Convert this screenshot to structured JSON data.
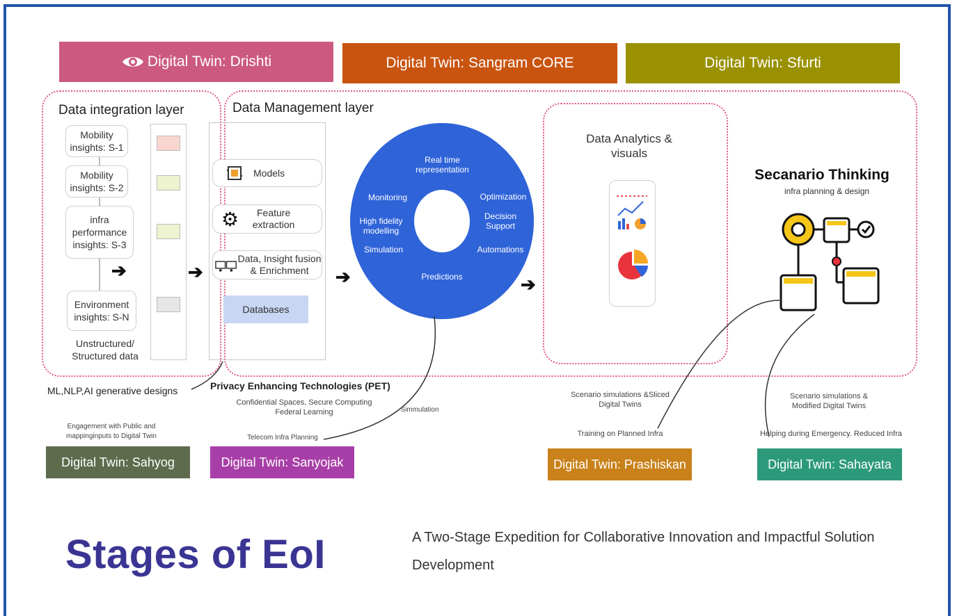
{
  "top_banners": [
    {
      "label": "Digital Twin: Drishti",
      "color": "#cc5a80"
    },
    {
      "label": "Digital Twin: Sangram CORE",
      "color": "#c95410"
    },
    {
      "label": "Digital Twin: Sfurti",
      "color": "#9a9100"
    }
  ],
  "bottom_banners": [
    {
      "label": "Digital Twin: Sahyog",
      "color": "#5e6b4d"
    },
    {
      "label": "Digital Twin: Sanyojak",
      "color": "#a83fa8"
    },
    {
      "label": "Digital Twin: Prashiskan",
      "color": "#c9811a"
    },
    {
      "label": "Digital Twin: Sahayata",
      "color": "#2c9a7a"
    }
  ],
  "integration": {
    "title": "Data integration layer",
    "sources": [
      "Mobility insights: S-1",
      "Mobility insights: S-2",
      "infra performance insights: S-3",
      "Environment insights: S-N"
    ],
    "footer": "Unstructured/ Structured data"
  },
  "management": {
    "title": "Data Management layer",
    "items": [
      "Models",
      "Feature extraction",
      "Data, Insight fusion & Enrichment"
    ],
    "database": "Databases"
  },
  "ring": {
    "color": "#2f63d8",
    "labels": {
      "realtime": "Real time representation",
      "monitoring": "Monitoring",
      "optimization": "Optimization",
      "hifi": "High fidelity modelling",
      "decision": "Decision Support",
      "simulation": "Simulation",
      "automations": "Automations",
      "predictions": "Predictions"
    }
  },
  "analytics": {
    "title": "Data Analytics & visuals"
  },
  "scenario": {
    "title": "Secanario Thinking",
    "subtitle": "infra planning & design"
  },
  "annotations": {
    "ml": "ML,NLP,AI generative designs",
    "pet_title": "Privacy Enhancing Technologies (PET)",
    "pet_sub": "Confidential Spaces, Secure Computing Federal Learning",
    "simmulation": "Simmulation",
    "engagement": "Engagement with Public and mappinginputs to Digital Twin",
    "telecom": "Telecom Infra Planning",
    "scenario_sliced": "Scenario simulations &Sliced Digital Twins",
    "training": "Training on Planned Infra",
    "scenario_modified": "Scenario simulations & Modified Digital Twins",
    "helping": "Helping during Emergency. Reduced Infra"
  },
  "footer": {
    "title": "Stages of EoI",
    "subtitle": "A Two-Stage Expedition for Collaborative Innovation and Impactful Solution Development"
  }
}
